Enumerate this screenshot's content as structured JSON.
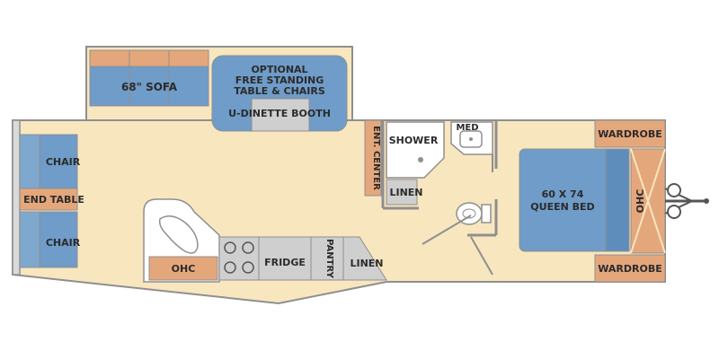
{
  "labels": {
    "sofa": "68\" SOFA",
    "optional_line1": "OPTIONAL",
    "optional_line2": "FREE STANDING",
    "optional_line3": "TABLE & CHAIRS",
    "dinette": "U-DINETTE BOOTH",
    "ent_center": "ENT. CENTER",
    "shower": "SHOWER",
    "med": "MED",
    "linen_bath": "LINEN",
    "wardrobe_top": "WARDROBE",
    "wardrobe_bottom": "WARDROBE",
    "bed_line1": "60 X 74",
    "bed_line2": "QUEEN BED",
    "ohc_front": "OHC",
    "chair_top": "CHAIR",
    "end_table": "END TABLE",
    "chair_bottom": "CHAIR",
    "ohc_kitchen": "OHC",
    "fridge": "FRIDGE",
    "pantry": "PANTRY",
    "linen_kitchen": "LINEN"
  },
  "colors": {
    "floor": "#f8e6bf",
    "wall": "#8f8f8f",
    "blue": "#6f9cc8",
    "orange": "#e4a77c",
    "gray": "#cfcfcf",
    "white": "#ffffff"
  }
}
